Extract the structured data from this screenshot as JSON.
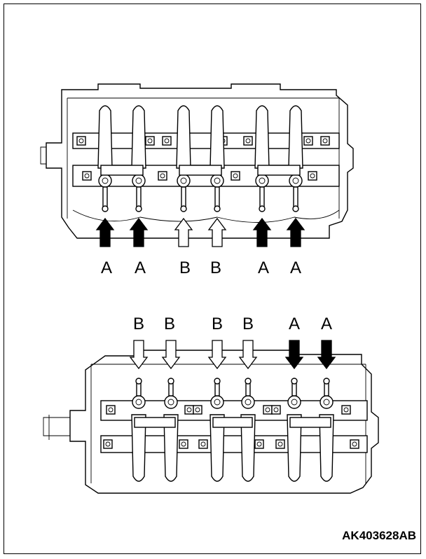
{
  "figure_code": "AK403628AB",
  "top_view": {
    "labels": [
      "A",
      "A",
      "B",
      "B",
      "A",
      "A"
    ],
    "arrows": [
      {
        "label": "A",
        "style": "filled",
        "direction": "up"
      },
      {
        "label": "A",
        "style": "filled",
        "direction": "up"
      },
      {
        "label": "B",
        "style": "outline",
        "direction": "up"
      },
      {
        "label": "B",
        "style": "outline",
        "direction": "up"
      },
      {
        "label": "A",
        "style": "filled",
        "direction": "up"
      },
      {
        "label": "A",
        "style": "filled",
        "direction": "up"
      }
    ]
  },
  "bottom_view": {
    "labels": [
      "B",
      "B",
      "B",
      "B",
      "A",
      "A"
    ],
    "arrows": [
      {
        "label": "B",
        "style": "outline",
        "direction": "down"
      },
      {
        "label": "B",
        "style": "outline",
        "direction": "down"
      },
      {
        "label": "B",
        "style": "outline",
        "direction": "down"
      },
      {
        "label": "B",
        "style": "outline",
        "direction": "down"
      },
      {
        "label": "A",
        "style": "filled",
        "direction": "down"
      },
      {
        "label": "A",
        "style": "filled",
        "direction": "down"
      }
    ]
  },
  "colors": {
    "line": "#000000",
    "background": "#ffffff",
    "filled_arrow": "#000000",
    "outline_arrow": "#ffffff"
  }
}
